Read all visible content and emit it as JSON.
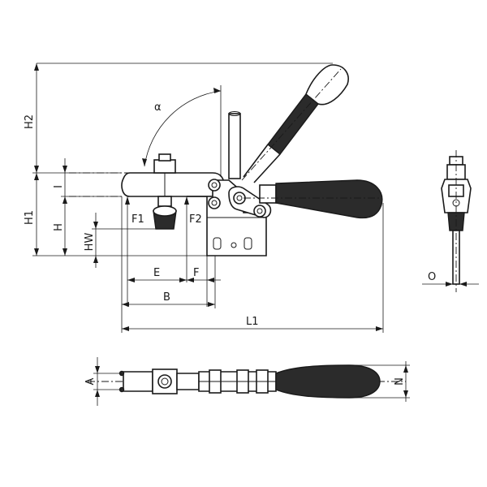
{
  "labels": {
    "h2": "H2",
    "alpha": "α",
    "i": "I",
    "h1": "H1",
    "h": "H",
    "hw": "HW",
    "f1": "F1",
    "f2": "F2",
    "e": "E",
    "f": "F",
    "b": "B",
    "l1": "L1",
    "o": "O",
    "n": "N",
    "a": "A"
  }
}
